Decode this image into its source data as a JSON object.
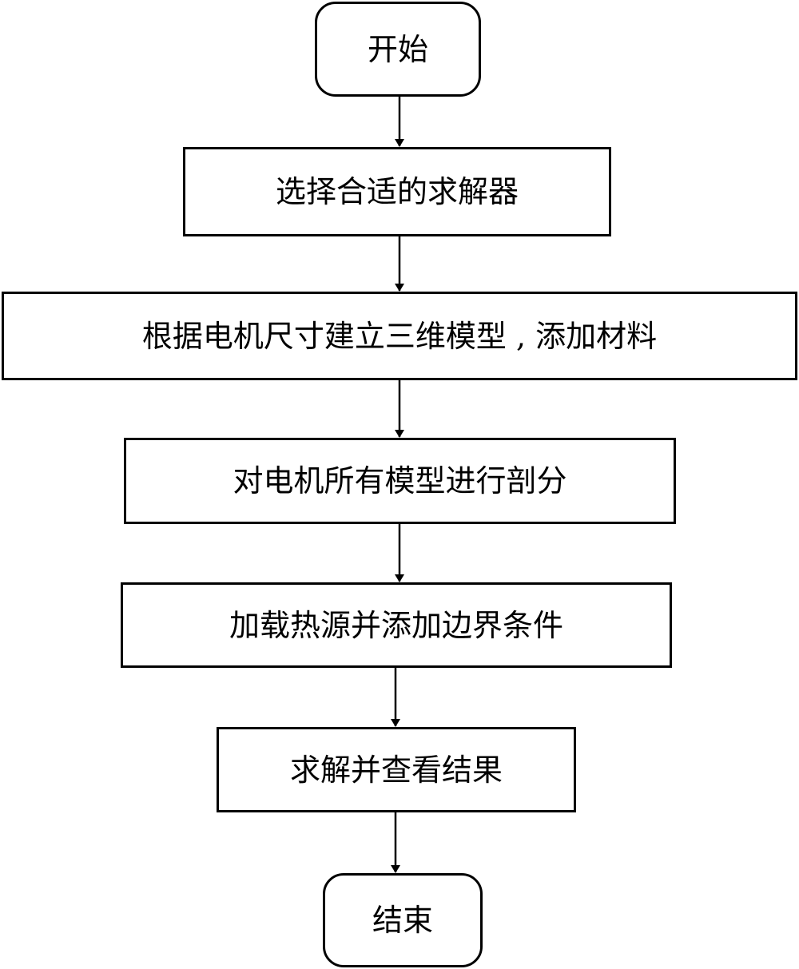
{
  "flowchart": {
    "start": "开始",
    "steps": [
      "选择合适的求解器",
      "根据电机尺寸建立三维模型 , 添加材料",
      "对电机所有模型进行剖分",
      "加载热源并添加边界条件",
      "求解并查看结果"
    ],
    "end": "结束"
  },
  "colors": {
    "stroke": "#000000",
    "background": "#ffffff",
    "text": "#000000"
  }
}
